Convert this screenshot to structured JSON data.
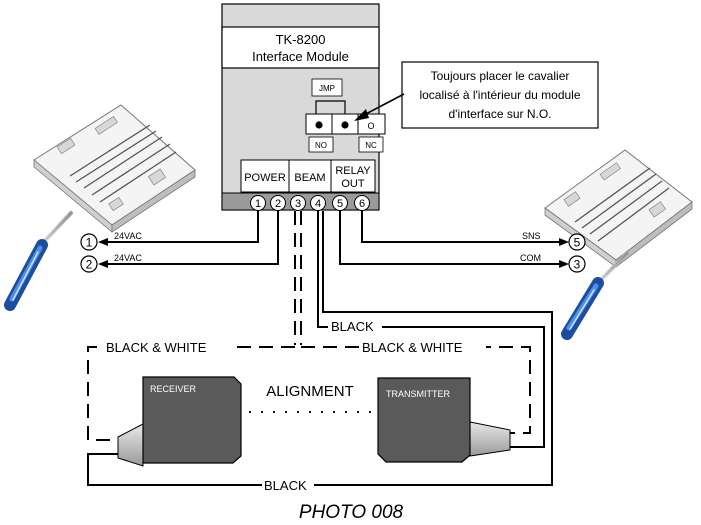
{
  "module": {
    "title_line1": "TK-8200",
    "title_line2": "Interface Module",
    "jumper_label": "JMP",
    "jumper_no": "NO",
    "jumper_nc": "NC",
    "jumper_open_glyph": "O",
    "terminal_groups": [
      "POWER",
      "BEAM",
      "RELAY",
      "OUT"
    ],
    "terminals": [
      "1",
      "2",
      "3",
      "4",
      "5",
      "6"
    ]
  },
  "callout": {
    "line1": "Toujours placer le cavalier",
    "line2": "localisé à l'intérieur du module",
    "line3": "d'interface sur N.O."
  },
  "wires": {
    "left_top_label": "24VAC",
    "left_bottom_label": "24VAC",
    "left_top_num": "1",
    "left_bottom_num": "2",
    "right_top_label": "SNS",
    "right_bottom_label": "COM",
    "right_top_num": "5",
    "right_bottom_num": "3",
    "black_upper": "BLACK",
    "bw_left": "BLACK & WHITE",
    "bw_right": "BLACK & WHITE",
    "black_lower": "BLACK"
  },
  "devices": {
    "receiver": "RECEIVER",
    "transmitter": "TRANSMITTER",
    "alignment": "ALIGNMENT"
  },
  "caption": "PHOTO 008",
  "colors": {
    "device_fill": "#5a5a5a",
    "module_fill": "#d9d9d9",
    "screwdriver_blue": "#2f6fc9"
  }
}
